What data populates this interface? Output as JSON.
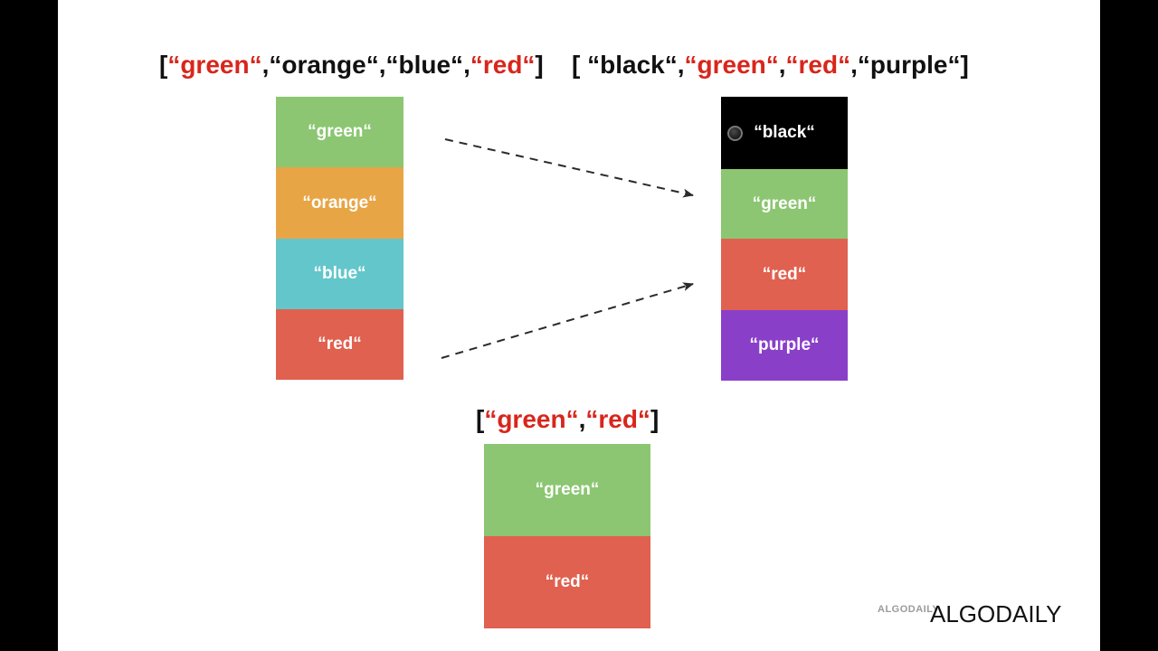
{
  "left_array": {
    "label": [
      {
        "t": "[",
        "c": "black"
      },
      {
        "t": "“green“",
        "c": "red"
      },
      {
        "t": ",",
        "c": "black"
      },
      {
        "t": "“orange“",
        "c": "black"
      },
      {
        "t": ",",
        "c": "black"
      },
      {
        "t": "“blue“",
        "c": "black"
      },
      {
        "t": ",",
        "c": "black"
      },
      {
        "t": "“red“",
        "c": "red"
      },
      {
        "t": "]",
        "c": "black"
      }
    ],
    "cells": [
      {
        "text": "“green“",
        "color": "#8cc672"
      },
      {
        "text": "“orange“",
        "color": "#e8a546"
      },
      {
        "text": "“blue“",
        "color": "#63c6cb"
      },
      {
        "text": "“red“",
        "color": "#e0614f"
      }
    ]
  },
  "right_array": {
    "label": [
      {
        "t": "[ ",
        "c": "black"
      },
      {
        "t": "“black“",
        "c": "black"
      },
      {
        "t": ",",
        "c": "black"
      },
      {
        "t": "“green“",
        "c": "red"
      },
      {
        "t": ",",
        "c": "black"
      },
      {
        "t": "“red“",
        "c": "red"
      },
      {
        "t": ",",
        "c": "black"
      },
      {
        "t": "“purple“",
        "c": "black"
      },
      {
        "t": "]",
        "c": "black"
      }
    ],
    "cells": [
      {
        "text": "“black“",
        "color": "#000000"
      },
      {
        "text": "“green“",
        "color": "#8cc672"
      },
      {
        "text": "“red“",
        "color": "#e0614f"
      },
      {
        "text": "“purple“",
        "color": "#8a3fc9"
      }
    ]
  },
  "result_array": {
    "label": [
      {
        "t": "[",
        "c": "black"
      },
      {
        "t": "“green“",
        "c": "red"
      },
      {
        "t": ",",
        "c": "black"
      },
      {
        "t": "“red“",
        "c": "red"
      },
      {
        "t": "]",
        "c": "black"
      }
    ],
    "cells": [
      {
        "text": "“green“",
        "color": "#8cc672"
      },
      {
        "text": "“red“",
        "color": "#e0614f"
      }
    ]
  },
  "colors": {
    "highlight_red": "#d8261c",
    "text_black": "#111111",
    "arrow": "#2a2a2a"
  },
  "watermark": {
    "small": "ALGODAILY",
    "large": "ALGODAILY"
  }
}
